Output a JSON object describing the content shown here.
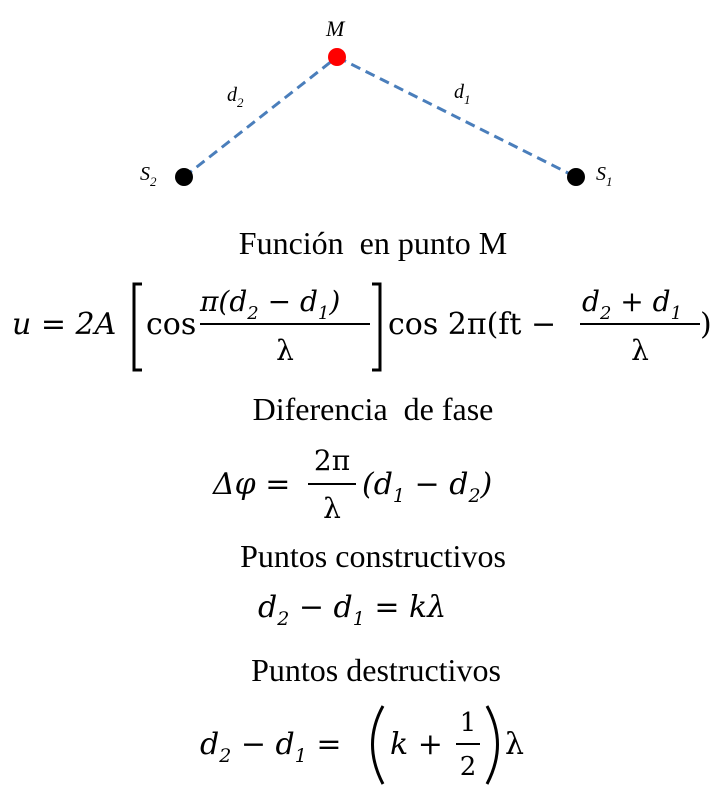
{
  "diagram": {
    "point_labels": {
      "m": "M",
      "s2": "S",
      "s2_sub": "2",
      "s1": "S",
      "s1_sub": "1"
    },
    "distance_labels": {
      "d2": "d",
      "d2_sub": "2",
      "d1": "d",
      "d1_sub": "1"
    },
    "colors": {
      "point_m": "#ff0000",
      "point_s": "#000000",
      "dashed_line": "#4a7ebb"
    }
  },
  "sections": {
    "function_heading": "Función  en punto M",
    "phase_heading": "Diferencia  de fase",
    "constructive_heading": "Puntos constructivos",
    "destructive_heading": "Puntos destructivos"
  },
  "formulas": {
    "wave": {
      "lhs": "u = 2A",
      "cos1": "cos",
      "frac1_num_pi": "π(d",
      "frac1_num_sub2": "2",
      "frac1_num_mid": " − d",
      "frac1_num_sub1": "1",
      "frac1_num_end": ")",
      "frac1_den": "λ",
      "cos2": "cos 2π(ft −",
      "frac2_num_a": "d",
      "frac2_num_sub2": "2",
      "frac2_num_mid": " + d",
      "frac2_num_sub1": "1",
      "frac2_den": "λ",
      "close": ")"
    },
    "phase": {
      "lhs": "Δφ =",
      "num": "2π",
      "den": "λ",
      "rhs_a": "(d",
      "rhs_sub1": "1",
      "rhs_mid": " − d",
      "rhs_sub2": "2",
      "rhs_end": ")"
    },
    "constructive": {
      "a": "d",
      "sub2": "2",
      "mid": " − d",
      "sub1": "1",
      "rhs": " = kλ"
    },
    "destructive": {
      "a": "d",
      "sub2": "2",
      "mid": " − d",
      "sub1": "1",
      "eq": " =",
      "k": "k +",
      "num": "1",
      "den": "2",
      "lambda": "λ"
    }
  }
}
